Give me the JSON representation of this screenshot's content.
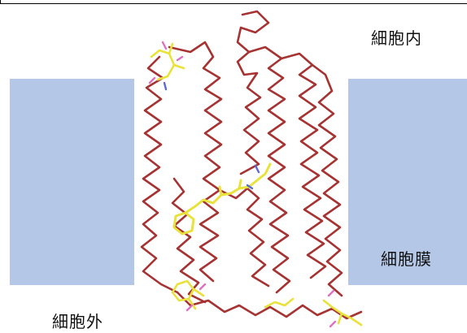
{
  "labels": {
    "intracellular": "細胞内",
    "membrane": "細胞膜",
    "extracellular": "細胞外"
  },
  "colors": {
    "membrane": "#b4c7e7",
    "backbone": "#a32828",
    "chromophore": "#e8e23a",
    "oxygen": "#e070c0",
    "nitrogen": "#5a6ad0"
  }
}
